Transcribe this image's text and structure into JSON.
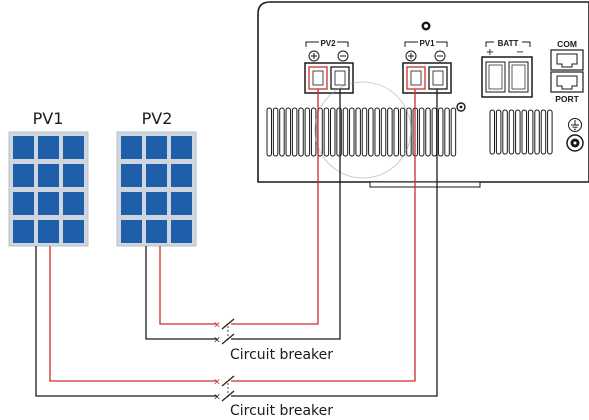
{
  "panels": {
    "pv1_label": "PV1",
    "pv2_label": "PV2"
  },
  "inverter": {
    "pv2_port_label": "PV2",
    "pv1_port_label": "PV1",
    "batt_label": "BATT",
    "batt_plus": "+",
    "batt_minus": "−",
    "com_label": "COM",
    "port_label": "PORT"
  },
  "breakers": {
    "upper_label": "Circuit breaker",
    "lower_label": "Circuit breaker"
  },
  "colors": {
    "positive_wire": "#d42a2a",
    "negative_wire": "#1a1a1a",
    "panel_cell": "#1f5ea8",
    "panel_frame": "#cfd6de"
  }
}
